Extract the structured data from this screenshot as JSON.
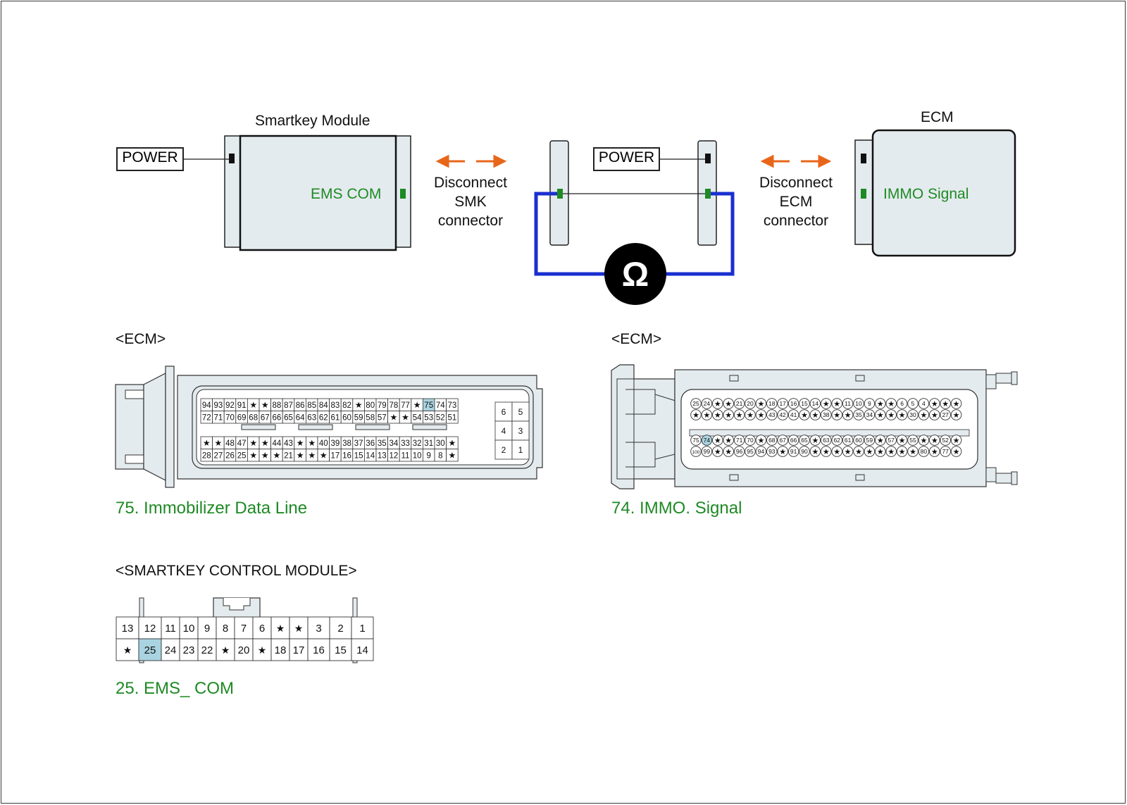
{
  "schematic": {
    "smk_title": "Smartkey Module",
    "ecm_title": "ECM",
    "power_label": "POWER",
    "ems_com_label": "EMS COM",
    "immo_signal_label": "IMMO Signal",
    "disconnect_smk": [
      "Disconnect",
      "SMK",
      "connector"
    ],
    "disconnect_ecm": [
      "Disconnect",
      "ECM",
      "connector"
    ],
    "ohm_symbol": "Ω"
  },
  "ecm_left": {
    "heading": "<ECM>",
    "caption": "75. Immobilizer Data Line",
    "rows": [
      [
        "94",
        "93",
        "92",
        "91",
        "★",
        "★",
        "88",
        "87",
        "86",
        "85",
        "84",
        "83",
        "82",
        "★",
        "80",
        "79",
        "78",
        "77",
        "★",
        "75",
        "74",
        "73"
      ],
      [
        "72",
        "71",
        "70",
        "69",
        "68",
        "67",
        "66",
        "65",
        "64",
        "63",
        "62",
        "61",
        "60",
        "59",
        "58",
        "57",
        "★",
        "★",
        "54",
        "53",
        "52",
        "51"
      ],
      [
        "★",
        "★",
        "48",
        "47",
        "★",
        "★",
        "44",
        "43",
        "★",
        "★",
        "40",
        "39",
        "38",
        "37",
        "36",
        "35",
        "34",
        "33",
        "32",
        "31",
        "30",
        "★"
      ],
      [
        "28",
        "27",
        "26",
        "25",
        "★",
        "★",
        "★",
        "21",
        "★",
        "★",
        "★",
        "17",
        "16",
        "15",
        "14",
        "13",
        "12",
        "11",
        "10",
        "9",
        "8",
        "★"
      ]
    ],
    "side_pins": [
      [
        "6",
        "5"
      ],
      [
        "4",
        "3"
      ],
      [
        "2",
        "1"
      ]
    ],
    "highlight_pin": "75"
  },
  "ecm_right": {
    "heading": "<ECM>",
    "caption": "74. IMMO. Signal",
    "rows": [
      [
        "25",
        "24",
        "★",
        "★",
        "21",
        "20",
        "★",
        "18",
        "17",
        "16",
        "15",
        "14",
        "★",
        "★",
        "11",
        "10",
        "9",
        "★",
        "★",
        "6",
        "5",
        "4",
        "★",
        "★",
        "★"
      ],
      [
        "★",
        "★",
        "★",
        "★",
        "★",
        "★",
        "★",
        "43",
        "42",
        "41",
        "★",
        "★",
        "38",
        "★",
        "★",
        "35",
        "34",
        "★",
        "★",
        "★",
        "30",
        "★",
        "★",
        "27",
        "★"
      ],
      [
        "75",
        "74",
        "★",
        "★",
        "71",
        "70",
        "★",
        "68",
        "67",
        "66",
        "65",
        "★",
        "63",
        "62",
        "61",
        "60",
        "59",
        "★",
        "57",
        "★",
        "55",
        "★",
        "★",
        "52",
        "★"
      ],
      [
        "100",
        "99",
        "★",
        "★",
        "96",
        "95",
        "94",
        "93",
        "★",
        "91",
        "90",
        "★",
        "★",
        "★",
        "★",
        "★",
        "★",
        "★",
        "★",
        "★",
        "★",
        "80",
        "★",
        "77",
        "★"
      ]
    ],
    "highlight_pin": "74"
  },
  "smk_connector": {
    "heading": "<SMARTKEY CONTROL MODULE>",
    "caption": "25. EMS_ COM",
    "top_row": [
      "13",
      "12",
      "11",
      "10",
      "9",
      "8",
      "7",
      "6",
      "★",
      "★",
      "3",
      "2",
      "1"
    ],
    "bottom_row": [
      "★",
      "25",
      "24",
      "23",
      "22",
      "★",
      "20",
      "★",
      "18",
      "17",
      "16",
      "15",
      "14"
    ],
    "highlight_pin": "25"
  },
  "colors": {
    "green": "#1e8a24",
    "orange": "#e8661a",
    "blue_wire": "#1a2fd0",
    "highlight": "#a9d3e0",
    "connector_fill": "#e4ebee"
  }
}
